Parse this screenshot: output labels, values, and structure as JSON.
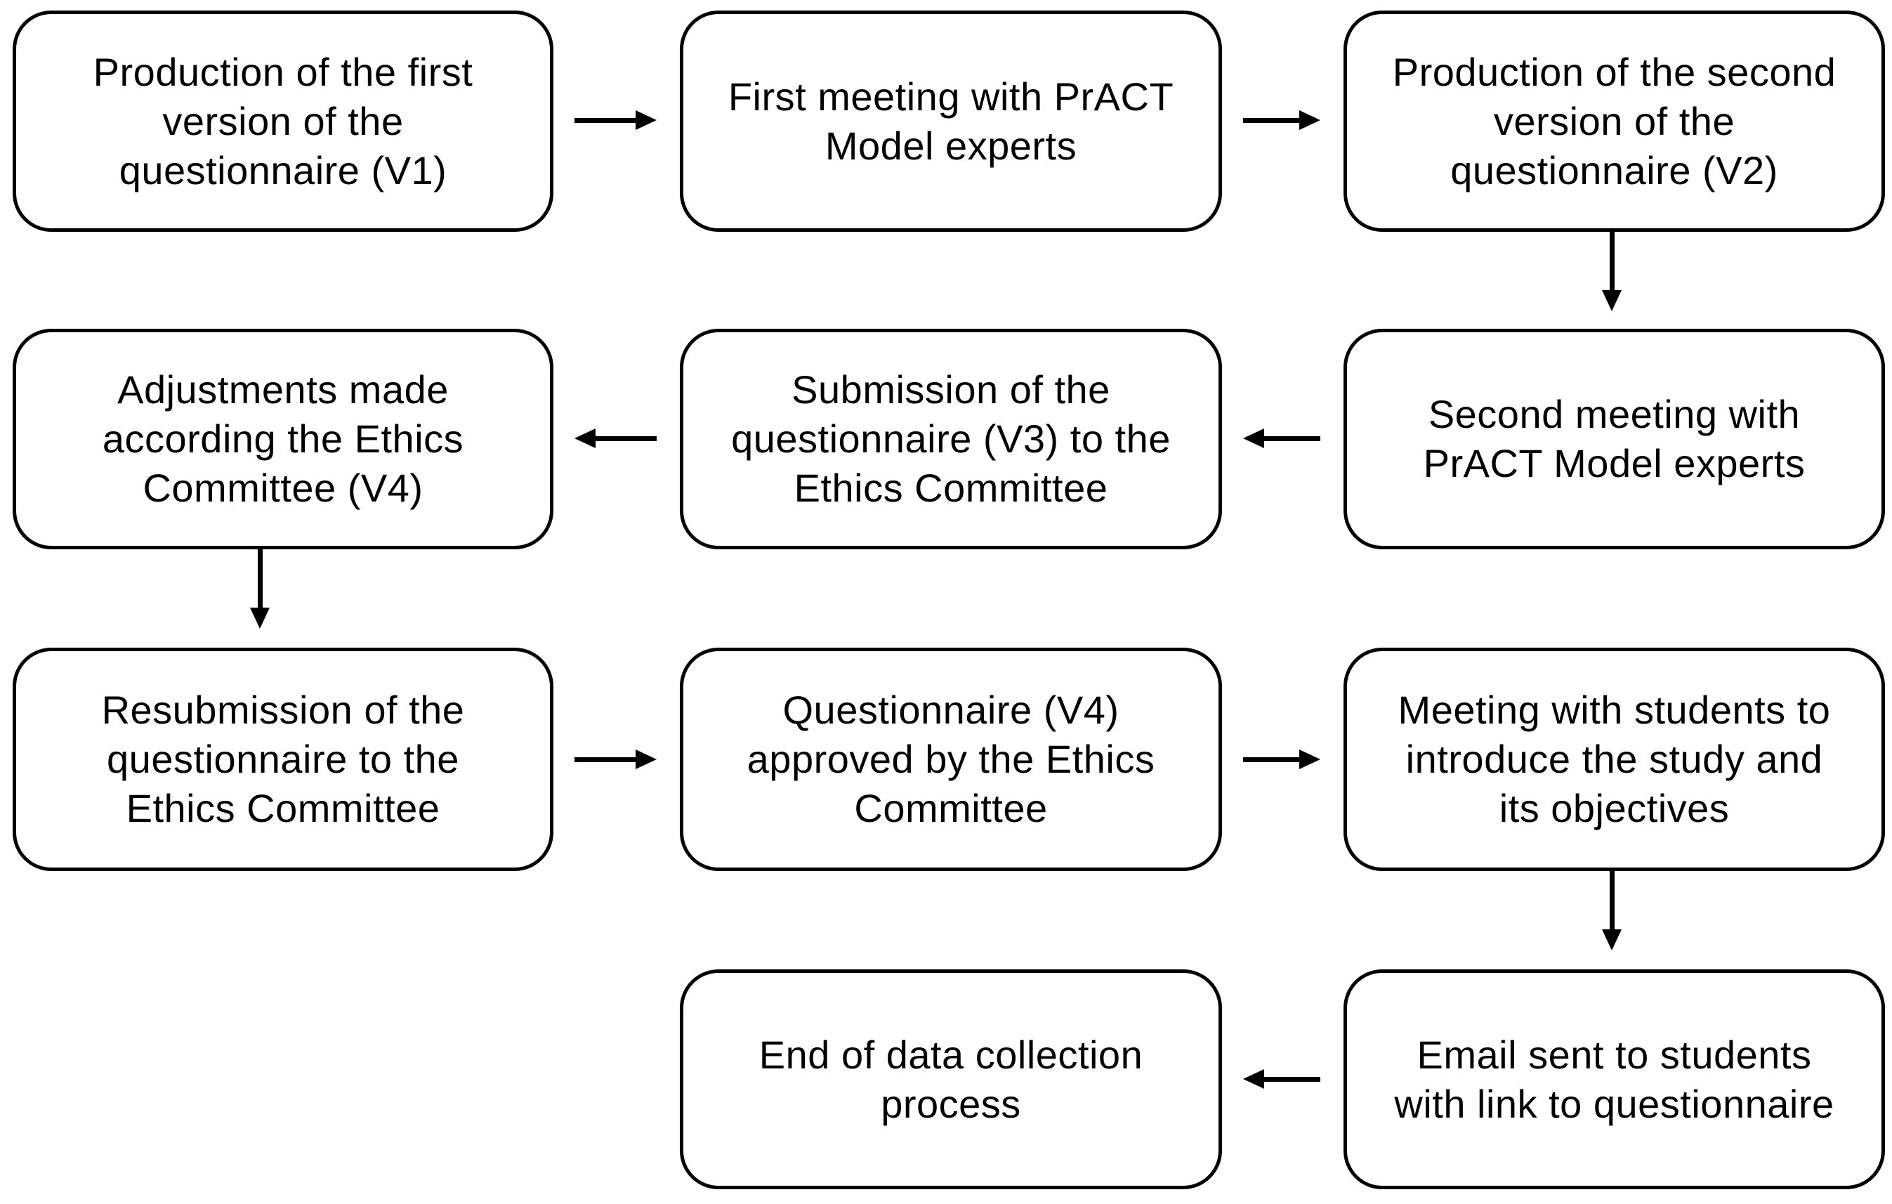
{
  "diagram": {
    "type": "flowchart",
    "background": "#ffffff",
    "box_fill": "#ffffff",
    "box_border_color": "#000000",
    "text_color": "#000000",
    "arrow_color": "#000000"
  },
  "boxes": [
    {
      "id": "v1-production",
      "lines": [
        "Production of the first",
        "version of the",
        "questionnaire (V1)"
      ]
    },
    {
      "id": "first-meeting",
      "lines": [
        "First meeting with PrACT",
        "Model experts"
      ]
    },
    {
      "id": "v2-production",
      "lines": [
        "Production of the second",
        "version of the",
        "questionnaire (V2)"
      ]
    },
    {
      "id": "adjustments-v4",
      "lines": [
        "Adjustments made",
        "according the Ethics",
        "Committee (V4)"
      ]
    },
    {
      "id": "submission-v3",
      "lines": [
        "Submission of the",
        "questionnaire (V3) to the",
        "Ethics Committee"
      ]
    },
    {
      "id": "second-meeting",
      "lines": [
        "Second meeting with",
        "PrACT Model experts"
      ]
    },
    {
      "id": "resubmission",
      "lines": [
        "Resubmission of the",
        "questionnaire to the",
        "Ethics Committee"
      ]
    },
    {
      "id": "v4-approved",
      "lines": [
        "Questionnaire (V4)",
        "approved by the Ethics",
        "Committee"
      ]
    },
    {
      "id": "meeting-students",
      "lines": [
        "Meeting with students to",
        "introduce the study and",
        "its objectives"
      ]
    },
    {
      "id": "end-data-collection",
      "lines": [
        "End of data collection",
        "process"
      ]
    },
    {
      "id": "email-students",
      "lines": [
        "Email sent to students",
        "with link to questionnaire"
      ]
    }
  ],
  "flow": [
    {
      "from": "v1-production",
      "to": "first-meeting",
      "direction": "right"
    },
    {
      "from": "first-meeting",
      "to": "v2-production",
      "direction": "right"
    },
    {
      "from": "v2-production",
      "to": "second-meeting",
      "direction": "down"
    },
    {
      "from": "second-meeting",
      "to": "submission-v3",
      "direction": "left"
    },
    {
      "from": "submission-v3",
      "to": "adjustments-v4",
      "direction": "left"
    },
    {
      "from": "adjustments-v4",
      "to": "resubmission",
      "direction": "down"
    },
    {
      "from": "resubmission",
      "to": "v4-approved",
      "direction": "right"
    },
    {
      "from": "v4-approved",
      "to": "meeting-students",
      "direction": "right"
    },
    {
      "from": "meeting-students",
      "to": "email-students",
      "direction": "down"
    },
    {
      "from": "email-students",
      "to": "end-data-collection",
      "direction": "left"
    }
  ]
}
